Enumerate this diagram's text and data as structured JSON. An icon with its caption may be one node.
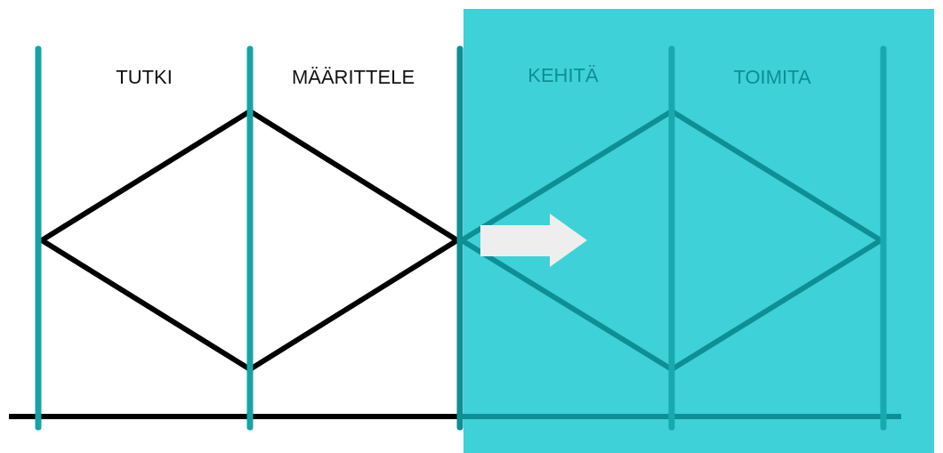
{
  "diagram": {
    "labels": [
      "TUTKI",
      "MÄÄRITTELE",
      "KEHITÄ",
      "TOIMITA"
    ]
  }
}
